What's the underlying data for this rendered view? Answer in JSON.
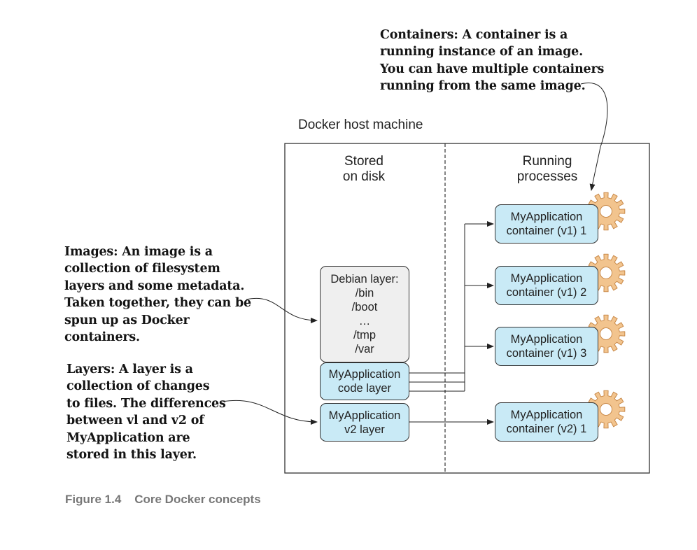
{
  "annotations": {
    "containers": [
      "Containers: A container is a",
      "running instance of an image.",
      "You can have multiple containers",
      "running from the same image."
    ],
    "images": [
      "Images: An image is a",
      "collection of filesystem",
      "layers and some metadata.",
      "Taken together, they can be",
      "spun up as Docker",
      "containers."
    ],
    "layers": [
      "Layers: A layer is a",
      "collection of changes",
      "to files. The differences",
      "between vl and v2 of",
      "MyApplication are",
      "stored in this layer."
    ]
  },
  "host": {
    "title": "Docker host machine",
    "stored_heading": [
      "Stored",
      "on disk"
    ],
    "running_heading": [
      "Running",
      "processes"
    ]
  },
  "layers": {
    "debian": [
      "Debian layer:",
      "/bin",
      "/boot",
      "…",
      "/tmp",
      "/var"
    ],
    "code": [
      "MyApplication",
      "code layer"
    ],
    "v2": [
      "MyApplication",
      "v2 layer"
    ]
  },
  "containers": [
    [
      "MyApplication",
      "container (v1) 1"
    ],
    [
      "MyApplication",
      "container (v1) 2"
    ],
    [
      "MyApplication",
      "container (v1) 3"
    ],
    [
      "MyApplication",
      "container (v2) 1"
    ]
  ],
  "caption": {
    "number": "Figure 1.4",
    "text": "Core Docker concepts"
  },
  "colors": {
    "layer_fill": "#c9eaf6",
    "debian_fill": "#efefef",
    "gear_fill": "#f2c48e",
    "gear_stroke": "#c98a4a"
  },
  "icons": [
    "gear-icon"
  ]
}
